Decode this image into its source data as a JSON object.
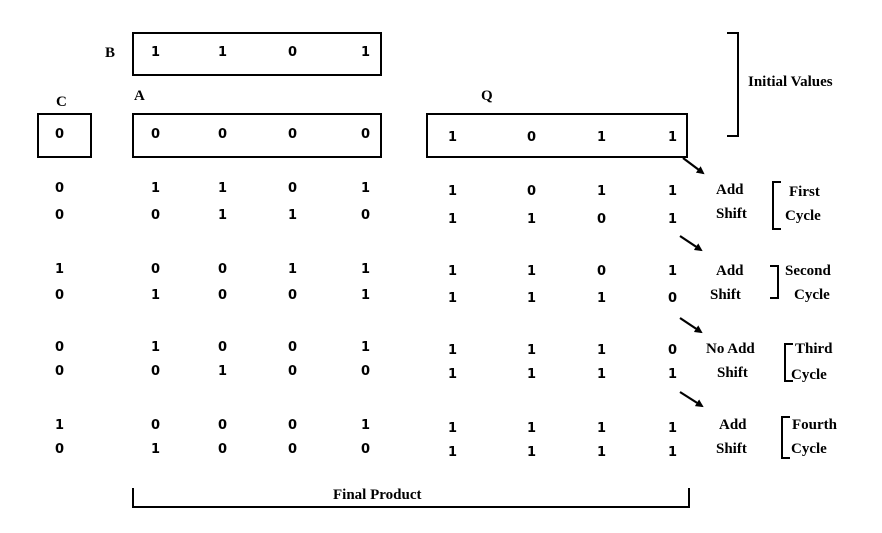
{
  "labels": {
    "b": "B",
    "c": "C",
    "a": "A",
    "q": "Q",
    "initial_values": "Initial Values",
    "final_product": "Final Product"
  },
  "registers": {
    "b": [
      "1",
      "1",
      "0",
      "1"
    ],
    "c": [
      "0"
    ],
    "a": [
      "0",
      "0",
      "0",
      "0"
    ],
    "q": [
      "1",
      "0",
      "1",
      "1"
    ]
  },
  "rows": [
    {
      "c": "0",
      "a": [
        "1",
        "1",
        "0",
        "1"
      ],
      "q": [
        "1",
        "0",
        "1",
        "1"
      ]
    },
    {
      "c": "0",
      "a": [
        "0",
        "1",
        "1",
        "0"
      ],
      "q": [
        "1",
        "1",
        "0",
        "1"
      ]
    },
    {
      "c": "1",
      "a": [
        "0",
        "0",
        "1",
        "1"
      ],
      "q": [
        "1",
        "1",
        "0",
        "1"
      ]
    },
    {
      "c": "0",
      "a": [
        "1",
        "0",
        "0",
        "1"
      ],
      "q": [
        "1",
        "1",
        "1",
        "0"
      ]
    },
    {
      "c": "0",
      "a": [
        "1",
        "0",
        "0",
        "1"
      ],
      "q": [
        "1",
        "1",
        "1",
        "0"
      ]
    },
    {
      "c": "0",
      "a": [
        "0",
        "1",
        "0",
        "0"
      ],
      "q": [
        "1",
        "1",
        "1",
        "1"
      ]
    },
    {
      "c": "1",
      "a": [
        "0",
        "0",
        "0",
        "1"
      ],
      "q": [
        "1",
        "1",
        "1",
        "1"
      ]
    },
    {
      "c": "0",
      "a": [
        "1",
        "0",
        "0",
        "0"
      ],
      "q": [
        "1",
        "1",
        "1",
        "1"
      ]
    }
  ],
  "cycles": [
    {
      "op1": "Add",
      "op2": "Shift",
      "name1": "First",
      "name2": "Cycle"
    },
    {
      "op1": "Add",
      "op2": "Shift",
      "name1": "Second",
      "name2": "Cycle"
    },
    {
      "op1": "No Add",
      "op2": "Shift",
      "name1": "Third",
      "name2": "Cycle"
    },
    {
      "op1": "Add",
      "op2": "Shift",
      "name1": "Fourth",
      "name2": "Cycle"
    }
  ]
}
